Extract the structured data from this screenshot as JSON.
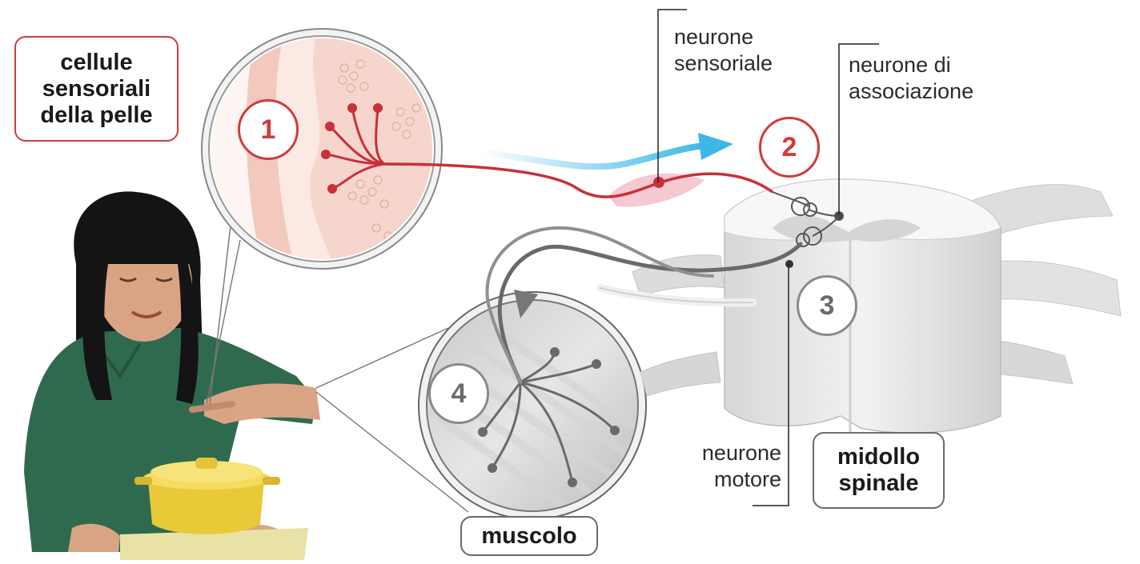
{
  "labels": {
    "skin_cells": [
      "cellule",
      "sensoriali",
      "della pelle"
    ],
    "sensory_neuron": [
      "neurone",
      "sensoriale"
    ],
    "association_neuron": [
      "neurone di",
      "associazione"
    ],
    "motor_neuron": [
      "neurone",
      "motore"
    ],
    "spinal_cord": [
      "midollo",
      "spinale"
    ],
    "muscle": "muscolo"
  },
  "steps": [
    "1",
    "2",
    "3",
    "4"
  ],
  "colors": {
    "sensory": "#d23a3a",
    "signal_arrow": "#3db8e6",
    "motor": "#6b6b6b",
    "skin": "#f5d3c8",
    "spinal_cord": "#e9e9e9"
  },
  "icons": [
    "girl-photo",
    "pot-icon",
    "skin-magnifier",
    "muscle-magnifier",
    "spinal-cord-icon"
  ]
}
